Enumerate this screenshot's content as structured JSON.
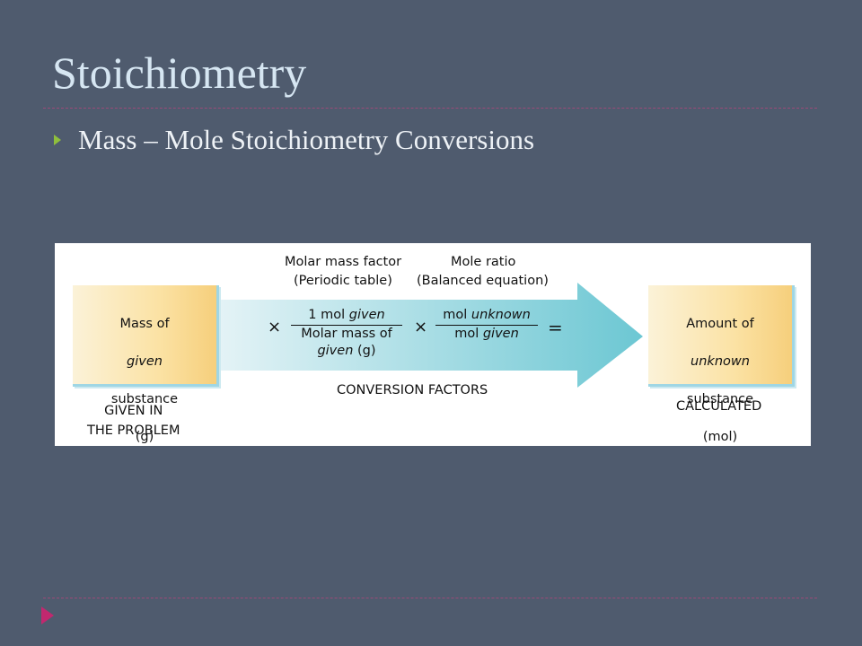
{
  "slide": {
    "title": "Stoichiometry",
    "bullet": "Mass – Mole Stoichiometry Conversions"
  },
  "diagram": {
    "given_box": {
      "line1": "Mass of",
      "line2": "given",
      "line3": "substance",
      "line4": "(g)"
    },
    "given_caption": "GIVEN IN\nTHE PROBLEM",
    "calculated_box": {
      "line1": "Amount of",
      "line2": "unknown",
      "line3": "substance",
      "line4": "(mol)"
    },
    "calculated_caption": "CALCULATED",
    "factor1": {
      "heading": "Molar mass factor",
      "subheading": "(Periodic table)",
      "numerator_plain": "1 mol ",
      "numerator_italic": "given",
      "denominator_line1": "Molar mass of",
      "denominator_italic": "given",
      "denominator_tail": " (g)"
    },
    "factor2": {
      "heading": "Mole ratio",
      "subheading": "(Balanced equation)",
      "numerator_plain": "mol ",
      "numerator_italic": "unknown",
      "denominator_plain": "mol ",
      "denominator_italic": "given"
    },
    "times_symbol": "×",
    "equals_symbol": "=",
    "arrow_caption": "CONVERSION FACTORS"
  },
  "colors": {
    "background": "#4f5b6e",
    "title": "#d6e6f2",
    "bullet_arrow": "#8fbf3c",
    "accent_triangle": "#c2286f",
    "arrow_light": "#e4f3f6",
    "arrow_dark": "#6cc7d3"
  }
}
